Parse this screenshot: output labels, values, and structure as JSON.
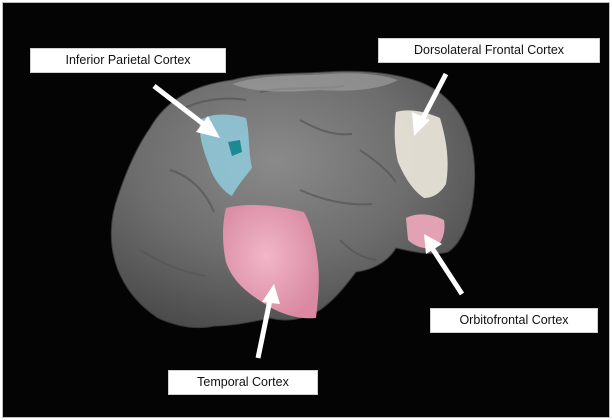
{
  "figure": {
    "labels": {
      "inferior_parietal": "Inferior Parietal Cortex",
      "dorsolateral_frontal": "Dorsolateral Frontal Cortex",
      "orbitofrontal": "Orbitofrontal Cortex",
      "temporal": "Temporal Cortex"
    },
    "colors": {
      "background": "#040404",
      "brain_surface": "#6e6e6e",
      "inferior_parietal_region": "#8fc6d8",
      "dorsolateral_frontal_region": "#e6e2d6",
      "orbitofrontal_region": "#e9a5b7",
      "temporal_region": "#e7a0b6",
      "arrows": "#ffffff"
    }
  }
}
